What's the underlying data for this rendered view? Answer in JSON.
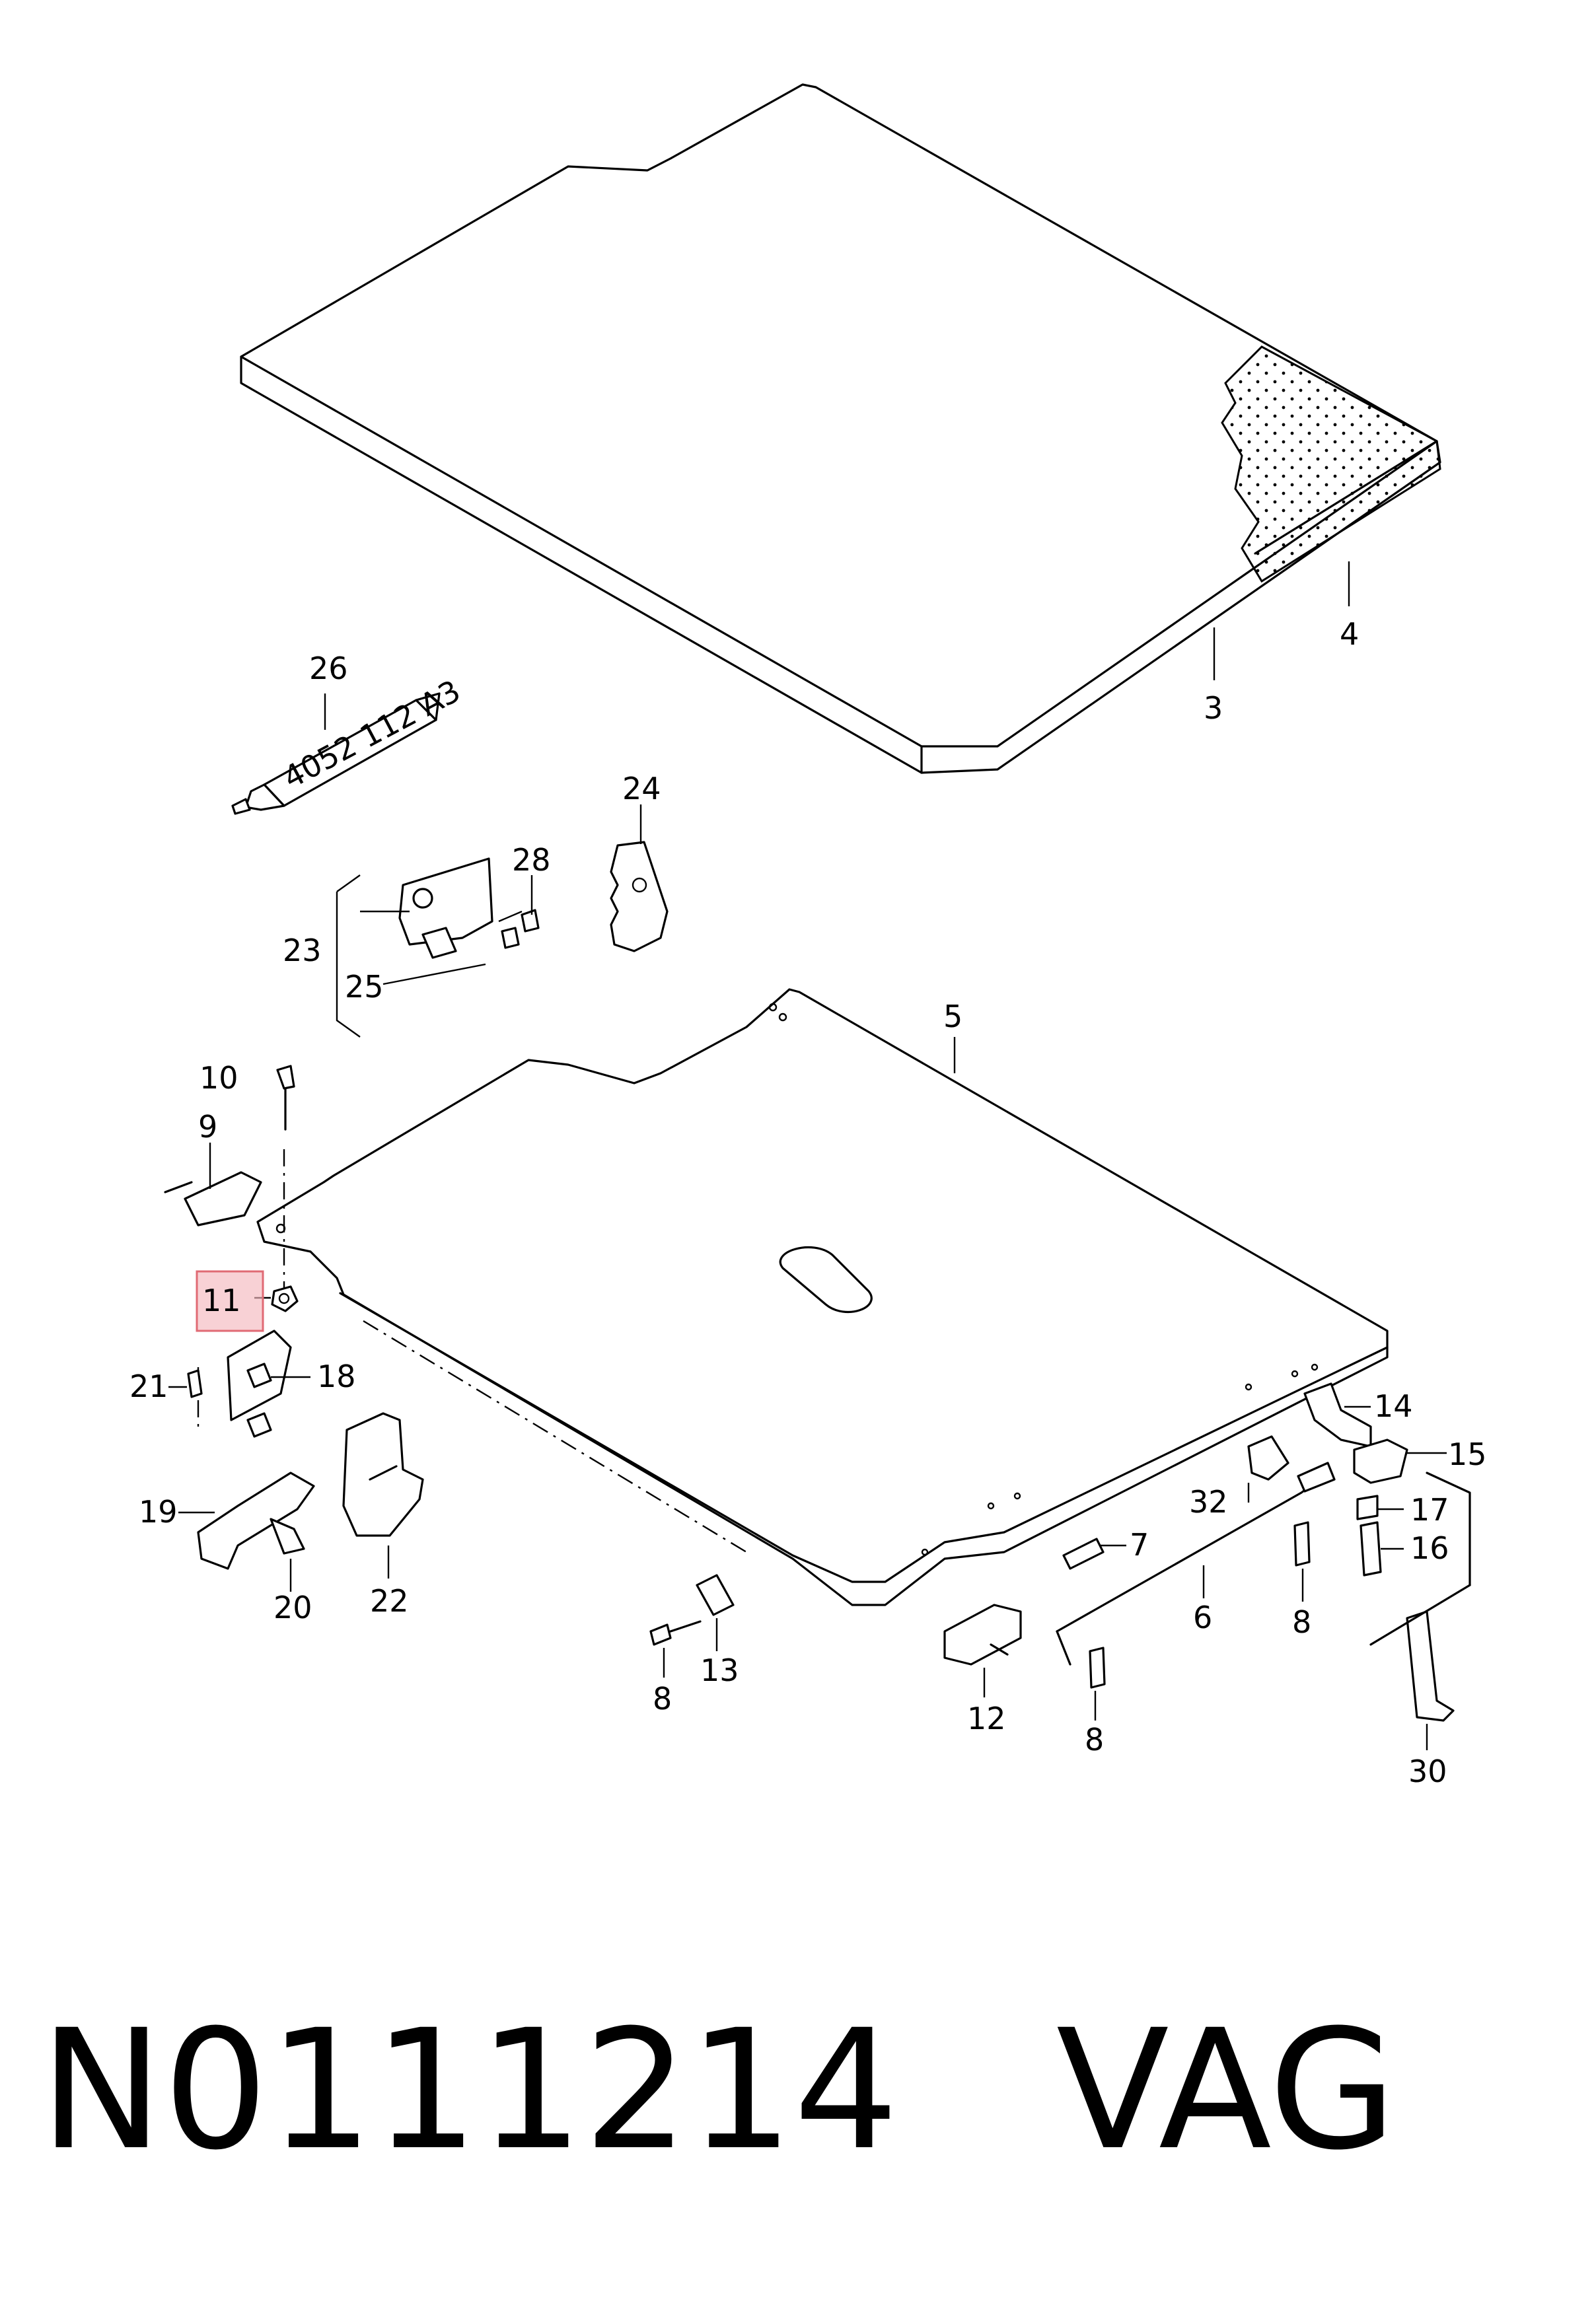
{
  "tube_label": "4052 112 A3",
  "callouts": {
    "c26": "26",
    "c3": "3",
    "c4": "4",
    "c24": "24",
    "c28": "28",
    "c23": "23",
    "c25": "25",
    "c5": "5",
    "c10": "10",
    "c9": "9",
    "c11": "11",
    "c21": "21",
    "c18": "18",
    "c19": "19",
    "c20": "20",
    "c22": "22",
    "c8a": "8",
    "c13": "13",
    "c12": "12",
    "c7": "7",
    "c6": "6",
    "c8b": "8",
    "c14": "14",
    "c15": "15",
    "c32": "32",
    "c17": "17",
    "c16": "16",
    "c8c": "8",
    "c30": "30"
  },
  "highlight": {
    "part": "11",
    "color": "#f5b8be",
    "border": "#e06a74"
  },
  "footer": {
    "part_number": "N0111214",
    "brand": "VAG"
  }
}
